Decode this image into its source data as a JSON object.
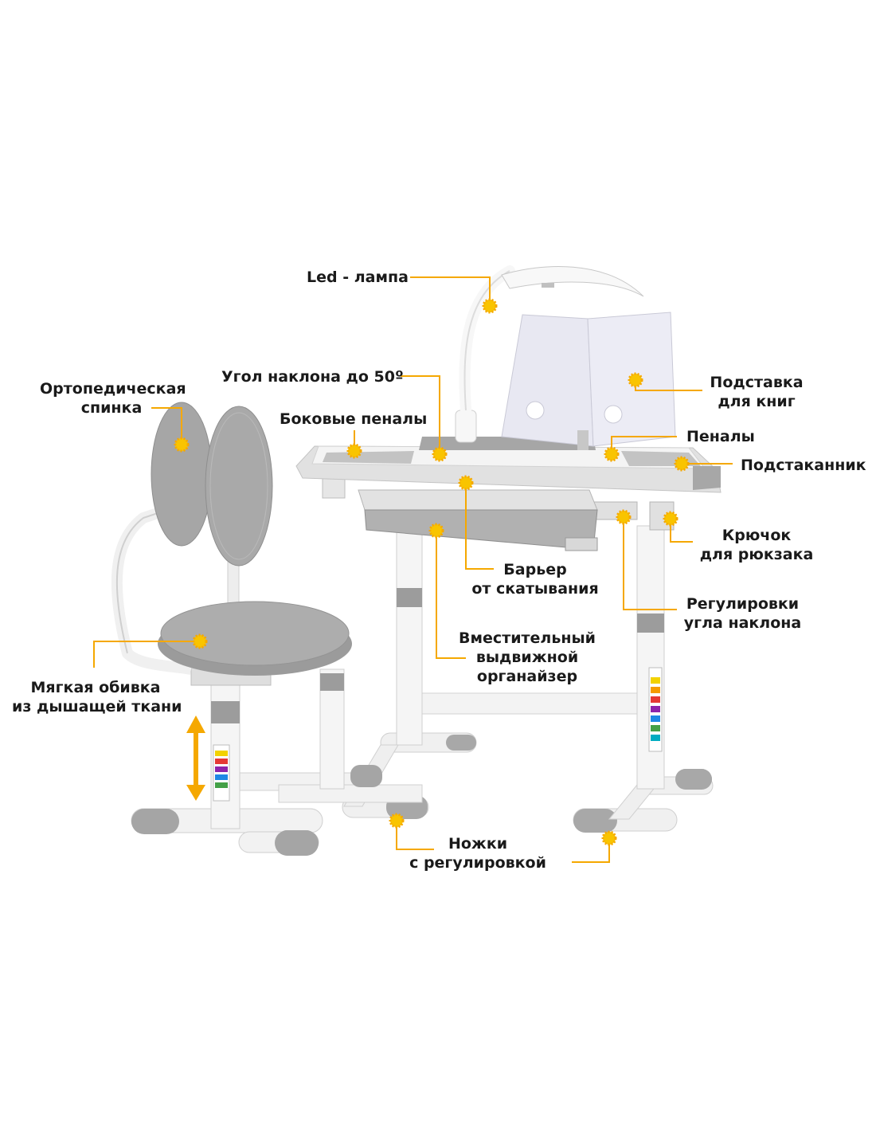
{
  "colors": {
    "accent": "#f5a800",
    "accent_dot": "#f9c400",
    "gray": "#9a9a9a",
    "gray_light": "#e3e3e3",
    "frame": "#f2f2f2"
  },
  "labels": {
    "led_lamp": "Led - лампа",
    "tilt_angle": "Угол наклона до 50º",
    "side_cases": "Боковые пеналы",
    "ortho_back_1": "Ортопедическая",
    "ortho_back_2": "спинка",
    "book_stand_1": "Подставка",
    "book_stand_2": "для книг",
    "pencil_cases": "Пеналы",
    "cup_holder": "Подстаканник",
    "hook_1": "Крючок",
    "hook_2": "для рюкзака",
    "barrier_1": "Барьер",
    "barrier_2": "от скатывания",
    "tilt_adjust_1": "Регулировки",
    "tilt_adjust_2": "угла наклона",
    "organizer_1": "Вместительный",
    "organizer_2": "выдвижной",
    "organizer_3": "органайзер",
    "soft_seat_1": "Мягкая обивка",
    "soft_seat_2": "из дышащей ткани",
    "feet_1": "Ножки",
    "feet_2": "с регулировкой"
  }
}
